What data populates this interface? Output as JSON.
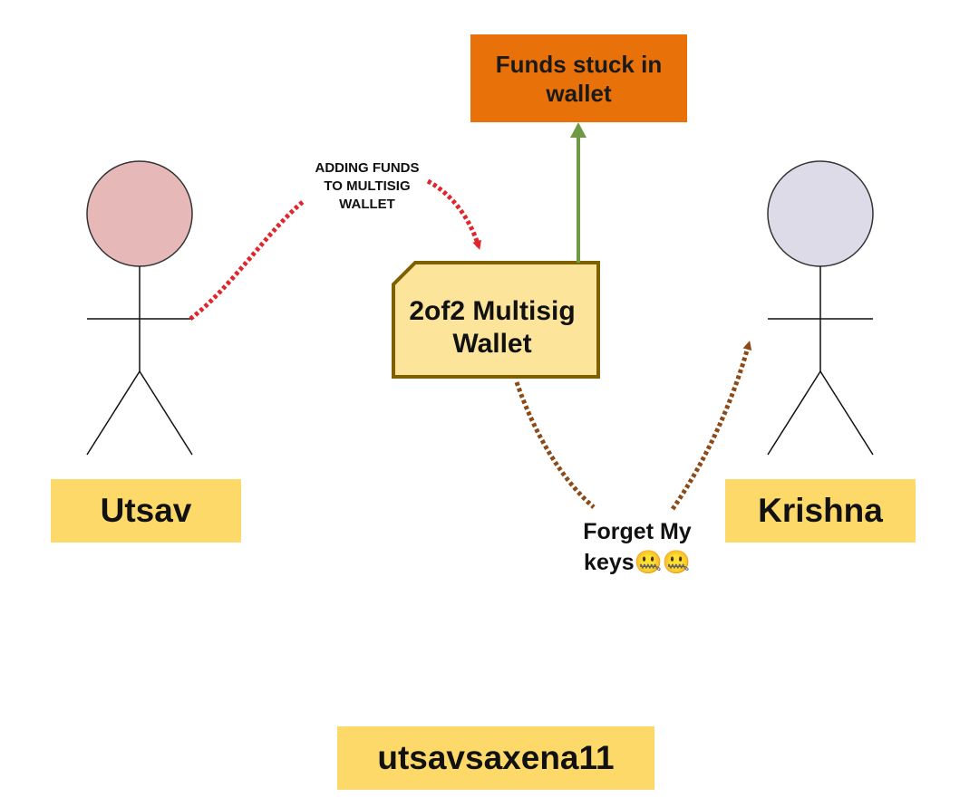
{
  "actors": {
    "left": {
      "name": "Utsav",
      "head_color": "#e6b8b7"
    },
    "right": {
      "name": "Krishna",
      "head_color": "#dedbe8"
    }
  },
  "wallet": {
    "title_line1": "2of2 Multisig",
    "title_line2": "Wallet",
    "fill_color": "#fde49b",
    "border_color": "#7f6000"
  },
  "result": {
    "line1": "Funds stuck in",
    "line2": "wallet",
    "fill_color": "#e8710a"
  },
  "notes": {
    "adding_line1": "ADDING FUNDS",
    "adding_line2": "TO MULTISIG",
    "adding_line3": "WALLET",
    "forget_line1": "Forget My",
    "forget_line2": "keys",
    "forget_emoji": "🤐🤐"
  },
  "footer": {
    "handle": "utsavsaxena11"
  },
  "colors": {
    "tag_fill": "#fcd968",
    "red_arrow": "#e0262c",
    "brown_arrow": "#8b4a17",
    "green_arrow": "#6e9a44"
  }
}
